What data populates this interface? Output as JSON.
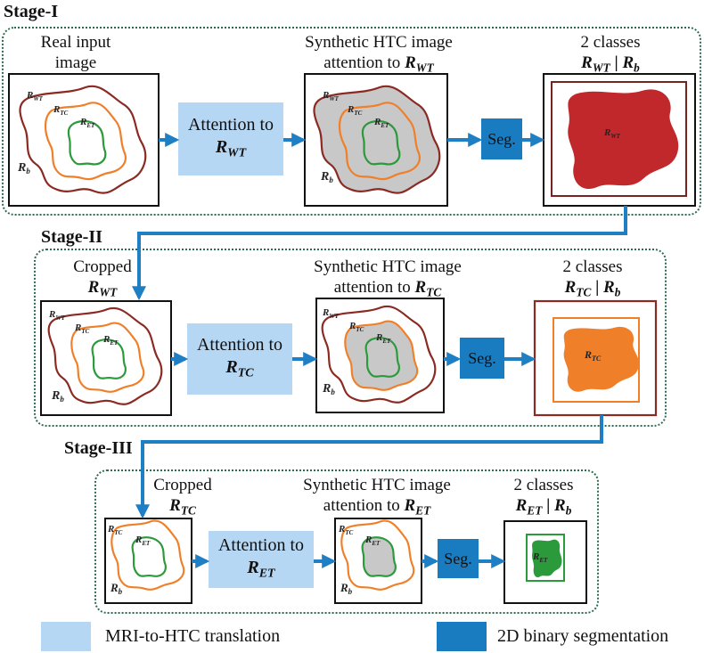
{
  "stages": [
    {
      "title": "Stage-I",
      "input_caption": "Real input image",
      "input_caption_line1": "Real input",
      "input_caption_line2": "image",
      "attention_label": "Attention to",
      "attention_region": {
        "base": "R",
        "sub": "WT"
      },
      "synthetic_caption": "Synthetic HTC image",
      "synthetic_attention": "attention to",
      "synthetic_region": {
        "base": "R",
        "sub": "WT"
      },
      "seg_label": "Seg.",
      "output_caption": "2 classes",
      "output_region": {
        "base": "R",
        "sub": "WT"
      },
      "output_background": {
        "base": "R",
        "sub": "b"
      },
      "output_fill_color": "#c0282c",
      "output_frame_color": "#7a2222",
      "output_shape_label": {
        "base": "R",
        "sub": "WT"
      }
    },
    {
      "title": "Stage-II",
      "input_caption_line1": "Cropped",
      "input_region": {
        "base": "R",
        "sub": "WT"
      },
      "attention_label": "Attention to",
      "attention_region": {
        "base": "R",
        "sub": "TC"
      },
      "synthetic_caption": "Synthetic HTC image",
      "synthetic_attention": "attention to",
      "synthetic_region": {
        "base": "R",
        "sub": "TC"
      },
      "seg_label": "Seg.",
      "output_caption": "2 classes",
      "output_region": {
        "base": "R",
        "sub": "TC"
      },
      "output_background": {
        "base": "R",
        "sub": "b"
      },
      "output_fill_color": "#f07f2a",
      "output_frame_color": "#8b2a23",
      "output_shape_label": {
        "base": "R",
        "sub": "TC"
      }
    },
    {
      "title": "Stage-III",
      "input_caption_line1": "Cropped",
      "input_region": {
        "base": "R",
        "sub": "TC"
      },
      "attention_label": "Attention to",
      "attention_region": {
        "base": "R",
        "sub": "ET"
      },
      "synthetic_caption": "Synthetic HTC image",
      "synthetic_attention": "attention to",
      "synthetic_region": {
        "base": "R",
        "sub": "ET"
      },
      "seg_label": "Seg.",
      "output_caption": "2 classes",
      "output_region": {
        "base": "R",
        "sub": "ET"
      },
      "output_background": {
        "base": "R",
        "sub": "b"
      },
      "output_fill_color": "#2a9a3a",
      "output_frame_color": "#2a9a3a",
      "output_shape_label": {
        "base": "R",
        "sub": "ET"
      }
    }
  ],
  "contour_labels": {
    "wt": {
      "base": "R",
      "sub": "WT"
    },
    "tc": {
      "base": "R",
      "sub": "TC"
    },
    "et": {
      "base": "R",
      "sub": "ET"
    },
    "bg": {
      "base": "R",
      "sub": "b"
    }
  },
  "separator": "|",
  "legend": [
    {
      "label": "MRI-to-HTC translation",
      "color": "#b6d7f3"
    },
    {
      "label": "2D binary segmentation",
      "color": "#1a7cc0"
    }
  ],
  "colors": {
    "wt_contour": "#8b2a23",
    "tc_contour": "#f07f2a",
    "et_contour": "#2a9a3a",
    "htc_fill": "#c8c8c8",
    "arrow": "#1f7fc4",
    "stage_border": "#2e6b4f"
  }
}
